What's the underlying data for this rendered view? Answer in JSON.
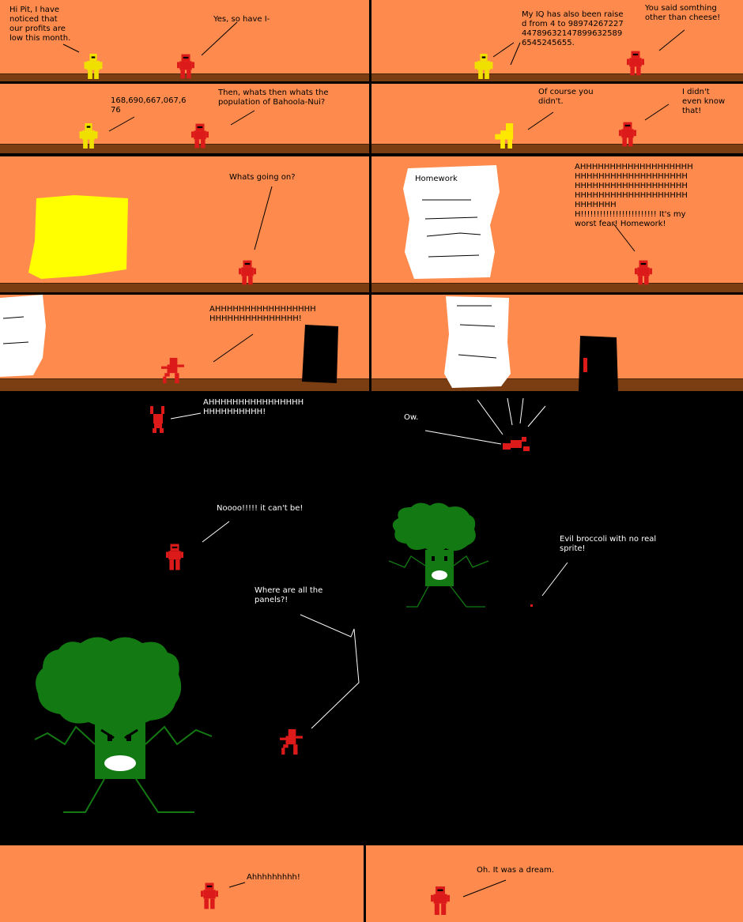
{
  "dialogue": {
    "p1_yellow": "Hi Pit, I have noticed that our profits are low this month.",
    "p1_red": "Yes, so have I-",
    "p2_yellow": "My IQ has also been raised from 4 to 98974267227447896321478996325896545245655.",
    "p2_red": "You said somthing other than cheese!",
    "p3_yellow": "168,690,667,067,676",
    "p3_red": "Then, whats then whats the population of Bahoola-Nui?",
    "p4_yellow": "Of course you didn't.",
    "p4_red": "I didn't even know that!",
    "p5_red": "Whats going on?",
    "p6_paper": "Homework",
    "p6_red": "AHHHHHHHHHHHHHHHHHHHHHHHHHHHHHHHHHHHHHHHHHHHHHHHHHHHHHHHHHHHHHHHHHHHHHHHHHHHHHHHHHHHH!!!!!!!!!!!!!!!!!!!!!!!! It's my worst fear! Homework!",
    "p7_red": "AHHHHHHHHHHHHHHHHHHHHHHHHHHHHHHHH!",
    "fall_red": "AHHHHHHHHHHHHHHHHHHHHHHHHHH!",
    "ow": "Ow.",
    "nooo": "Noooo!!!!! it can't be!",
    "broccoli_note": "Evil broccoli with no real sprite!",
    "panels": "Where are all the panels?!",
    "wake1": "Ahhhhhhhhh!",
    "wake2": "Oh. It was a dream."
  },
  "colors": {
    "background": "#fe8b4d",
    "floor": "#7a3e12",
    "void": "#000000",
    "hero": "#dd1a1a",
    "boss": "#f0e000",
    "cheese": "#ffff00",
    "broccoli": "#137a13"
  }
}
